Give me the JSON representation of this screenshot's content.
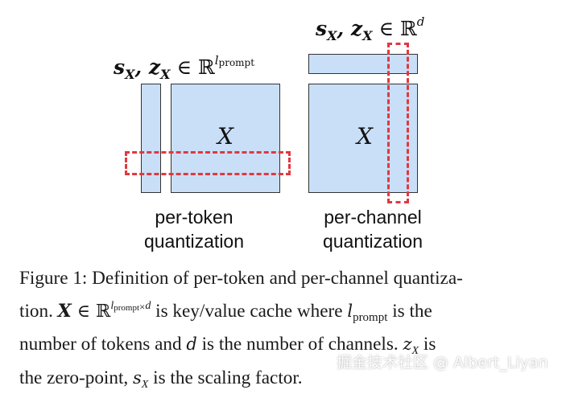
{
  "figure": {
    "left_panel": {
      "math_label": {
        "lead": "s",
        "lead_sub": "X",
        "mid": ", z",
        "mid_sub": "X",
        "member": " ∈ ",
        "set": "ℝ",
        "sup_var": "l",
        "sup_sub": "prompt"
      },
      "matrix_label": "X",
      "caption_line1": "per-token",
      "caption_line2": "quantization"
    },
    "right_panel": {
      "math_label": {
        "lead": "s",
        "lead_sub": "X",
        "mid": ", z",
        "mid_sub": "X",
        "member": " ∈ ",
        "set": "ℝ",
        "sup_var": "d"
      },
      "matrix_label": "X",
      "caption_line1": "per-channel",
      "caption_line2": "quantization"
    },
    "colors": {
      "block_fill": "#c9dff8",
      "block_border": "#333333",
      "dash": "#e0393e"
    }
  },
  "caption": {
    "line1": "Figure 1: Definition of per-token and per-channel quantiza-",
    "line2": {
      "pre": "tion. ",
      "X": "X",
      "in": " ∈ ",
      "R": "ℝ",
      "sup_l": "l",
      "sup_prompt": "prompt",
      "sup_times": "×",
      "sup_d": "d",
      "mid": " is key/value cache where ",
      "l": "l",
      "l_sub": "prompt",
      "post": " is the"
    },
    "line3": {
      "pre": "number of tokens and ",
      "d": "d",
      "mid": " is the number of channels. ",
      "z": "z",
      "z_sub": "X",
      "post": " is"
    },
    "line4": {
      "pre": "the zero-point, ",
      "s": "s",
      "s_sub": "X",
      "post": " is the scaling factor."
    }
  },
  "watermark": "掘金技术社区 @ Albert_Liyan"
}
